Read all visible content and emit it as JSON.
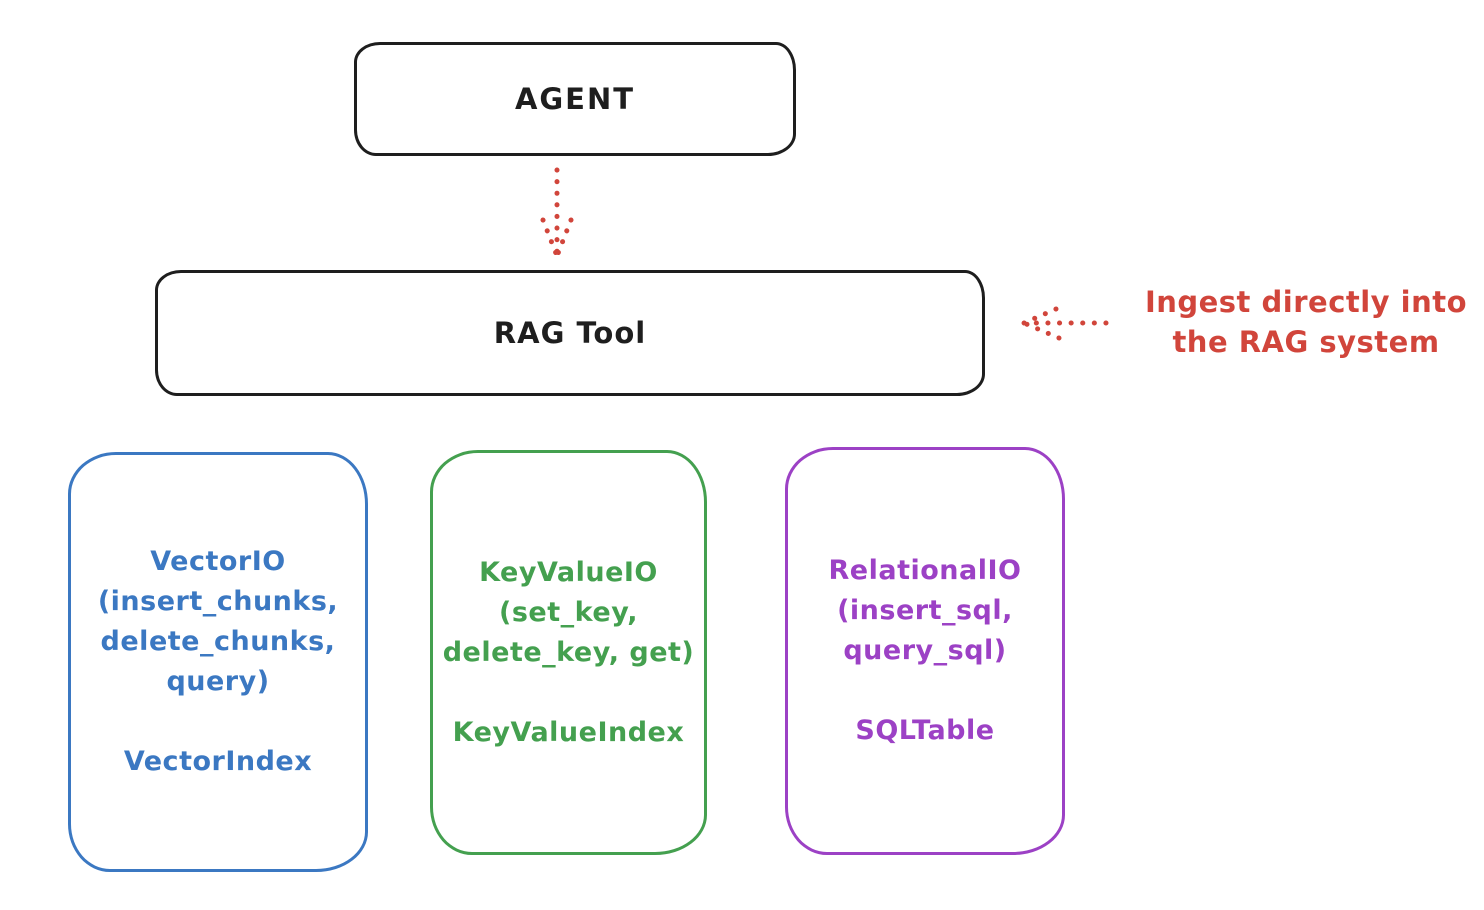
{
  "diagram": {
    "agent": {
      "label": "AGENT"
    },
    "rag_tool": {
      "label": "RAG Tool"
    },
    "annotation": {
      "line1": "Ingest directly into",
      "line2": "the RAG system"
    },
    "nodes": [
      {
        "id": "vector-io",
        "color": "#3b78c2",
        "lines": [
          "VectorIO",
          "(insert_chunks,",
          "delete_chunks,",
          "query)"
        ],
        "index_label": "VectorIndex"
      },
      {
        "id": "keyvalue-io",
        "color": "#44a04f",
        "lines": [
          "KeyValueIO",
          "(set_key,",
          "delete_key, get)"
        ],
        "index_label": "KeyValueIndex"
      },
      {
        "id": "relational-io",
        "color": "#9c41c5",
        "lines": [
          "RelationalIO",
          "(insert_sql,",
          "query_sql)"
        ],
        "index_label": "SQLTable"
      }
    ],
    "colors": {
      "ink": "#1e1e1e",
      "arrow_red": "#d1453b",
      "background": "#ffffff"
    }
  }
}
